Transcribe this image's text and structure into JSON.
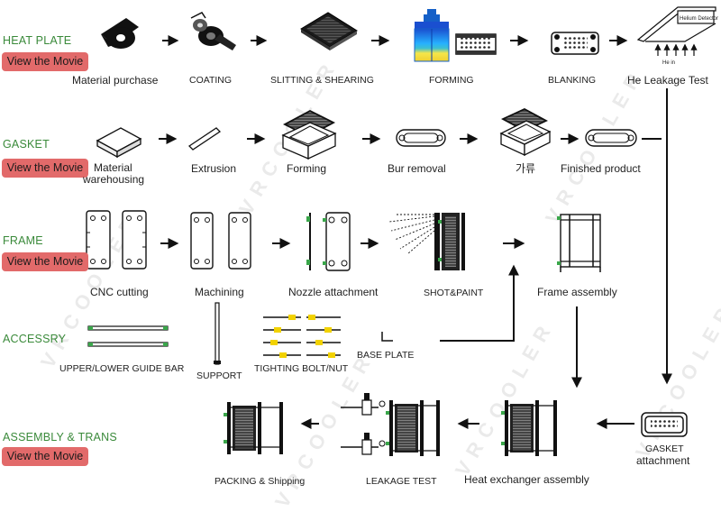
{
  "watermark": "VRCOOLER",
  "sections": {
    "heat_plate": {
      "title": "HEAT PLATE",
      "button": "View the Movie"
    },
    "gasket": {
      "title": "GASKET",
      "button": "View the Movie"
    },
    "frame": {
      "title": "FRAME",
      "button": "View the Movie"
    },
    "accessory": {
      "title": "ACCESSRY"
    },
    "assembly": {
      "title": "ASSEMBLY & TRANS",
      "button": "View the Movie"
    }
  },
  "steps": {
    "heat_plate": [
      "Material purchase",
      "COATING",
      "SLITTING & SHEARING",
      "FORMING",
      "BLANKING",
      "He Leakage Test"
    ],
    "gasket": [
      "Material",
      "warehousing",
      "Extrusion",
      "Forming",
      "Bur removal",
      "가류",
      "Finished product"
    ],
    "frame": [
      "CNC cutting",
      "Machining",
      "Nozzle attachment",
      "SHOT&PAINT",
      "Frame assembly"
    ],
    "accessory": [
      "UPPER/LOWER GUIDE BAR",
      "SUPPORT",
      "TIGHTING BOLT/NUT",
      "BASE PLATE"
    ],
    "assembly": [
      "PACKING & Shipping",
      "LEAKAGE TEST",
      "Heat exchanger assembly",
      "GASKET",
      "attachment"
    ]
  },
  "leak_test_panel": {
    "label": "Helium Detector",
    "sublabel": "He in"
  },
  "colors": {
    "section_title": "#3a8a3a",
    "button_bg": "#e26a6a",
    "forming_blue": "#1560c8",
    "forming_yellow": "#f2e04a",
    "bolt_yellow": "#f2d200",
    "gasket_green": "#3aa64a"
  }
}
